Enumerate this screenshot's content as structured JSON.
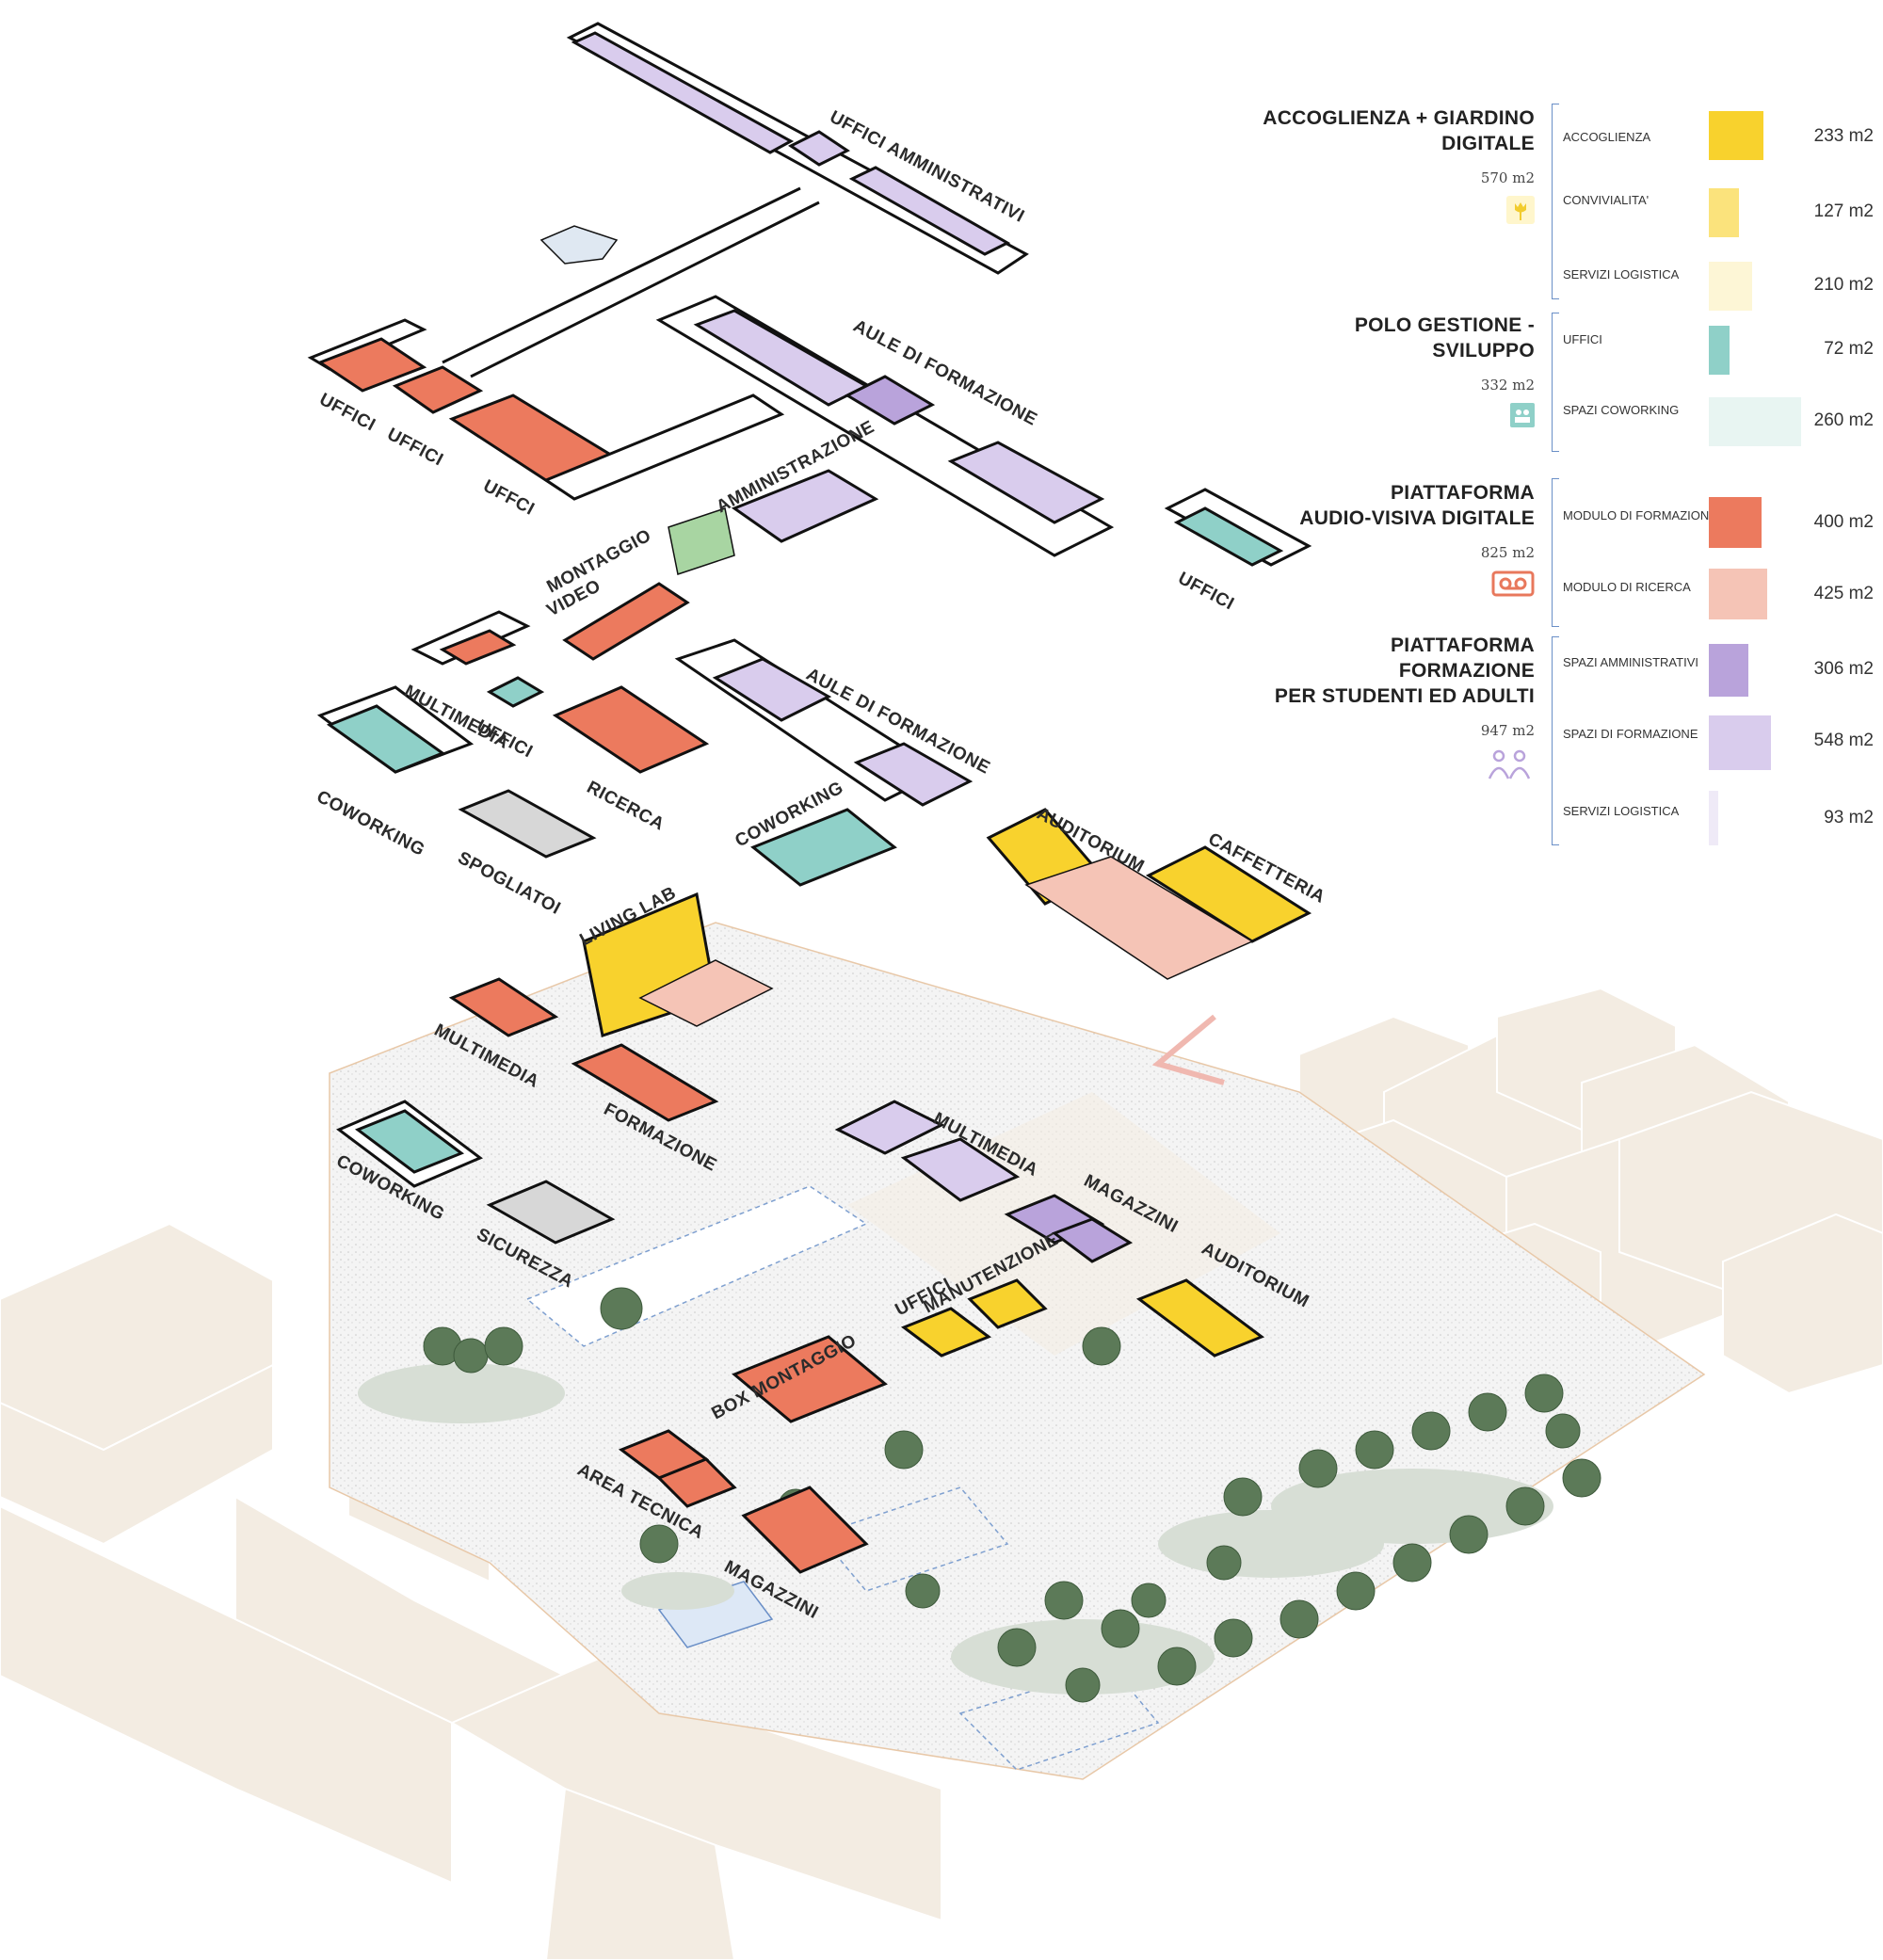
{
  "labels": {
    "uffici_amministrativi": "UFFICI AMMINISTRATIVI",
    "uffici_a": "UFFICI",
    "uffici_b": "UFFICI",
    "uffci": "UFFCI",
    "aule_formazione_top": "AULE DI FORMAZIONE",
    "amministrazione": "AMMINISTRAZIONE",
    "uffici_right": "UFFICI",
    "montaggio": "MONTAGGIO",
    "video": "VIDEO",
    "multimedia_l1": "MULTIMEDIA",
    "uffici_l1": "UFFICI",
    "ricerca": "RICERCA",
    "coworking_l1": "COWORKING",
    "spogliatoi": "SPOGLIATOI",
    "aule_formazione_mid": "AULE DI FORMAZIONE",
    "coworking_mid": "COWORKING",
    "auditorium_mid": "AUDITORIUM",
    "caffetteria": "CAFFETTERIA",
    "living_lab": "LIVING LAB",
    "multimedia_mid": "MULTIMEDIA",
    "formazione": "FORMAZIONE",
    "coworking_g": "COWORKING",
    "sicurezza": "SICUREZZA",
    "multimedia_g": "MULTIMEDIA",
    "magazzini_g": "MAGAZZINI",
    "auditorium_g": "AUDITORIUM",
    "uffici_g": "UFFICI",
    "manutenzione": "MANUTENZIONE",
    "box_montaggio": "BOX MONTAGGIO",
    "area_tecnica": "AREA TECNICA",
    "magazzini_bottom": "MAGAZZINI"
  },
  "legend": {
    "groups": [
      {
        "title_lines": [
          "ACCOGLIENZA  + GIARDINO",
          "DIGITALE"
        ],
        "area": "570 m2",
        "icon": "tulip-icon",
        "icon_color": "#f2cc2e",
        "items": [
          {
            "label": "ACCOGLIENZA",
            "value": "233 m2",
            "color": "#f8d22d"
          },
          {
            "label": "CONVIVIALITA'",
            "value": "127 m2",
            "color": "#fbe37c"
          },
          {
            "label": "SERVIZI LOGISTICA",
            "value": "210 m2",
            "color": "#fdf6d6"
          }
        ]
      },
      {
        "title_lines": [
          "POLO GESTIONE -",
          "SVILUPPO"
        ],
        "area": "332 m2",
        "icon": "people-board-icon",
        "icon_color": "#8fd0c8",
        "items": [
          {
            "label": "UFFICI",
            "value": "72 m2",
            "color": "#8fd0c8"
          },
          {
            "label": "SPAZI COWORKING",
            "value": "260 m2",
            "color": "#e8f5f2"
          }
        ]
      },
      {
        "title_lines": [
          "PIATTAFORMA",
          "AUDIO-VISIVA DIGITALE"
        ],
        "area": "825 m2",
        "icon": "cassette-icon",
        "icon_color": "#e8785c",
        "items": [
          {
            "label": "MODULO DI FORMAZIONE",
            "value": "400 m2",
            "color": "#ec7a5e"
          },
          {
            "label": "MODULO DI RICERCA",
            "value": "425 m2",
            "color": "#f5c4b6"
          }
        ]
      },
      {
        "title_lines": [
          "PIATTAFORMA FORMAZIONE",
          "PER STUDENTI ED ADULTI"
        ],
        "area": "947 m2",
        "icon": "two-people-icon",
        "icon_color": "#b9a3db",
        "items": [
          {
            "label": "SPAZI AMMINISTRATIVI",
            "value": "306 m2",
            "color": "#b9a3db"
          },
          {
            "label": "SPAZI DI FORMAZIONE",
            "value": "548 m2",
            "color": "#d9cced"
          },
          {
            "label": "SERVIZI LOGISTICA",
            "value": "93 m2",
            "color": "#efeaf7"
          }
        ]
      }
    ]
  }
}
